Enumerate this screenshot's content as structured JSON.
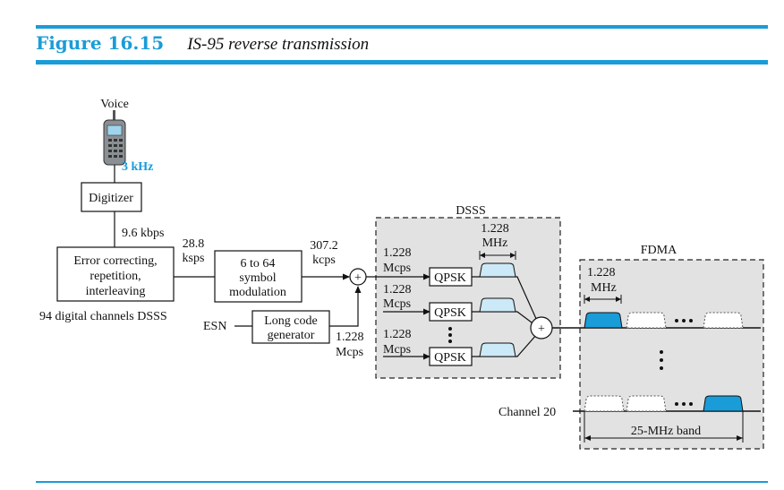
{
  "header": {
    "figure_number": "Figure 16.15",
    "caption": "IS-95 reverse transmission"
  },
  "colors": {
    "accent": "#1a9cd8",
    "panel": "#e2e2e2",
    "light_fill": "#cce9f7"
  },
  "labels": {
    "voice": "Voice",
    "voice_freq": "3 kHz",
    "digitizer": "Digitizer",
    "rate_96": "9.6 kbps",
    "error_line1": "Error correcting,",
    "error_line2": "repetition,",
    "error_line3": "interleaving",
    "rate_288_a": "28.8",
    "rate_288_b": "ksps",
    "sym_line1": "6 to 64",
    "sym_line2": "symbol",
    "sym_line3": "modulation",
    "rate_3072_a": "307.2",
    "rate_3072_b": "kcps",
    "digital_channels": "94 digital channels DSSS",
    "esn": "ESN",
    "long_line1": "Long code",
    "long_line2": "generator",
    "lc_rate_a": "1.228",
    "lc_rate_b": "Mcps",
    "dsss_title": "DSSS",
    "dsss_bw_a": "1.228",
    "dsss_bw_b": "MHz",
    "mcps_val": "1.228",
    "mcps_unit": "Mcps",
    "qpsk": "QPSK",
    "plus": "+",
    "fdma_title": "FDMA",
    "fdma_bw_a": "1.228",
    "fdma_bw_b": "MHz",
    "channel_20": "Channel 20",
    "band": "25-MHz band"
  }
}
